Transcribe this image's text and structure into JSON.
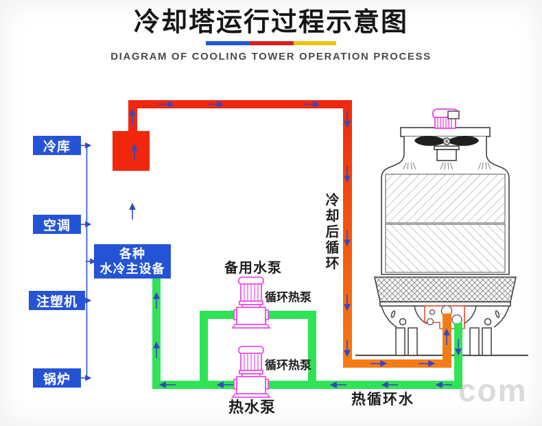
{
  "header": {
    "title": "冷却塔运行过程示意图",
    "subtitle": "DIAGRAM OF COOLING TOWER OPERATION PROCESS",
    "bar_colors": [
      "#1f5bd5",
      "#d92020",
      "#e9c414"
    ]
  },
  "sources": [
    {
      "label": "冷库"
    },
    {
      "label": "空调"
    },
    {
      "label": "注塑机"
    },
    {
      "label": "锅炉"
    }
  ],
  "main_equipment": {
    "line1": "各种",
    "line2": "水冷主设备"
  },
  "pumps": {
    "backup_pump": "备用水泵",
    "circulation_heat_pump_top": "循环热泵",
    "circulation_heat_pump_bottom": "循环热泵",
    "hot_water_pump": "热水泵"
  },
  "flows": {
    "after_cooling_circulation": "冷却后循环",
    "hot_circulation_water": "热循环水"
  },
  "watermark": "com",
  "colors": {
    "source_box_blue": "#2453d6",
    "hot_pipe_red": "#f1270d",
    "hot_pipe_orange": "#f57c15",
    "cool_pipe_green": "#2fe356",
    "pump_pink": "#ea4fe6",
    "flow_arrow_blue": "#3647c0"
  }
}
